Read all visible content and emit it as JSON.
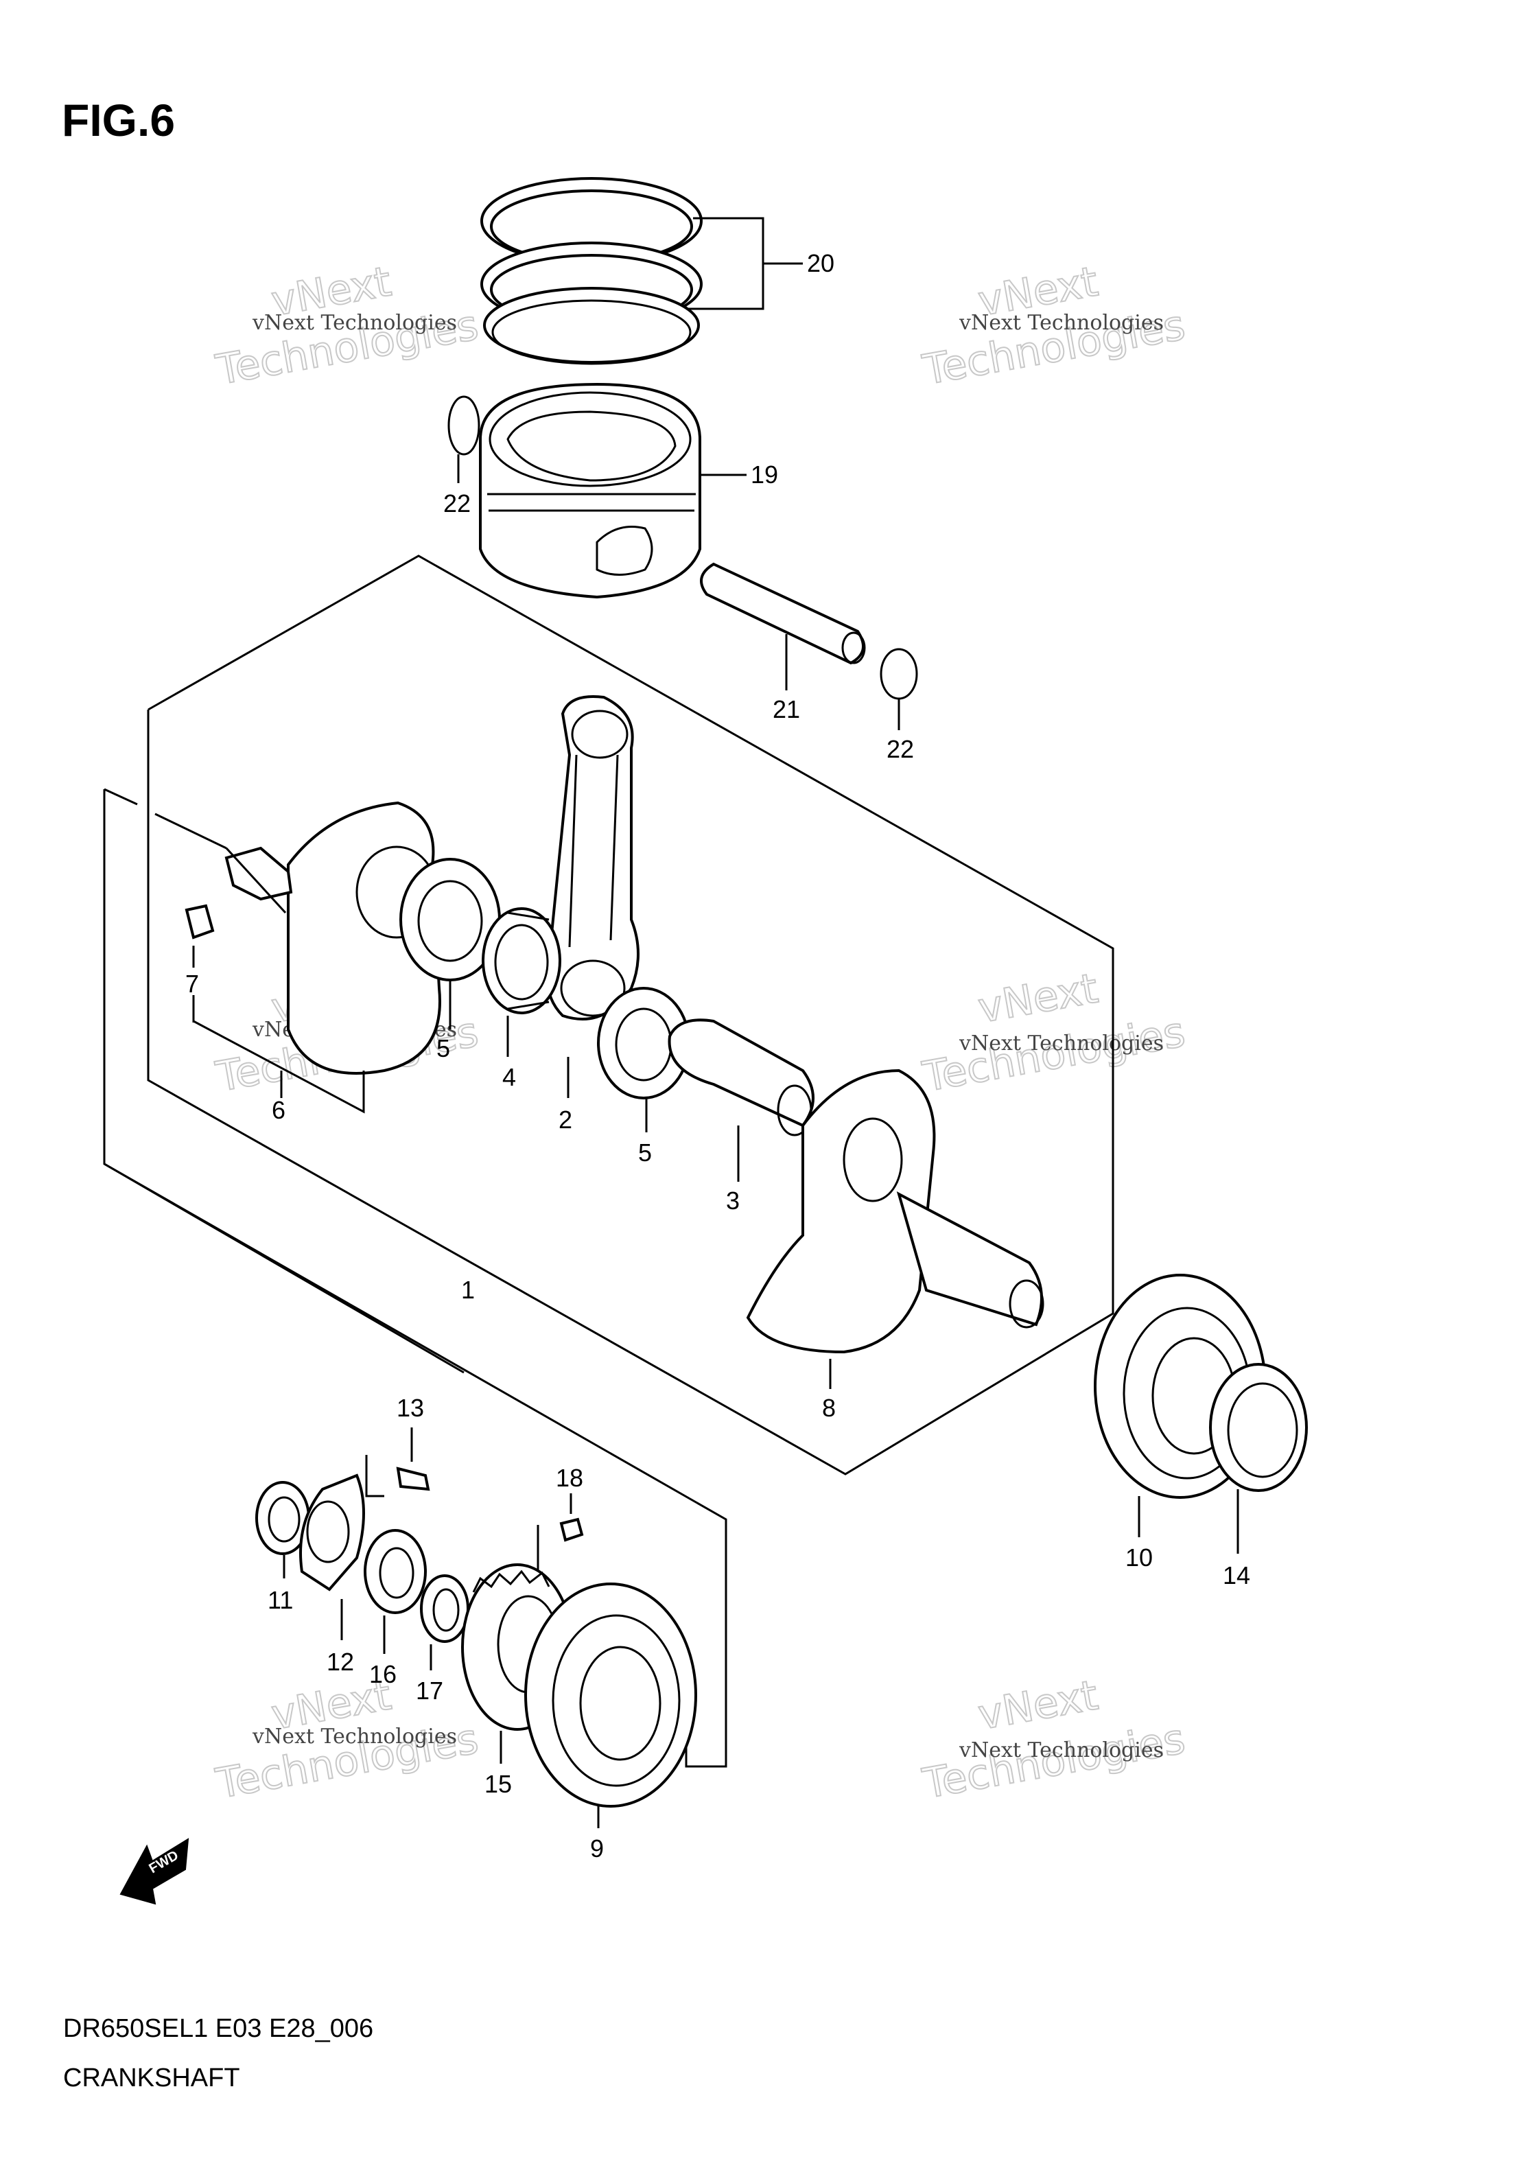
{
  "figure": {
    "title": "FIG.6",
    "code": "DR650SEL1 E03 E28_006",
    "name": "CRANKSHAFT",
    "forward_label": "FWD"
  },
  "watermark": {
    "line1": "vNext Technologies",
    "line2": "Technologies",
    "line3": "vNext"
  },
  "callouts": {
    "c1": "1",
    "c2": "2",
    "c3": "3",
    "c4": "4",
    "c5a": "5",
    "c5b": "5",
    "c6": "6",
    "c7": "7",
    "c8": "8",
    "c9": "9",
    "c10": "10",
    "c11": "11",
    "c12": "12",
    "c13": "13",
    "c14": "14",
    "c15": "15",
    "c16": "16",
    "c17": "17",
    "c18": "18",
    "c19": "19",
    "c20": "20",
    "c21": "21",
    "c22a": "22",
    "c22b": "22"
  }
}
